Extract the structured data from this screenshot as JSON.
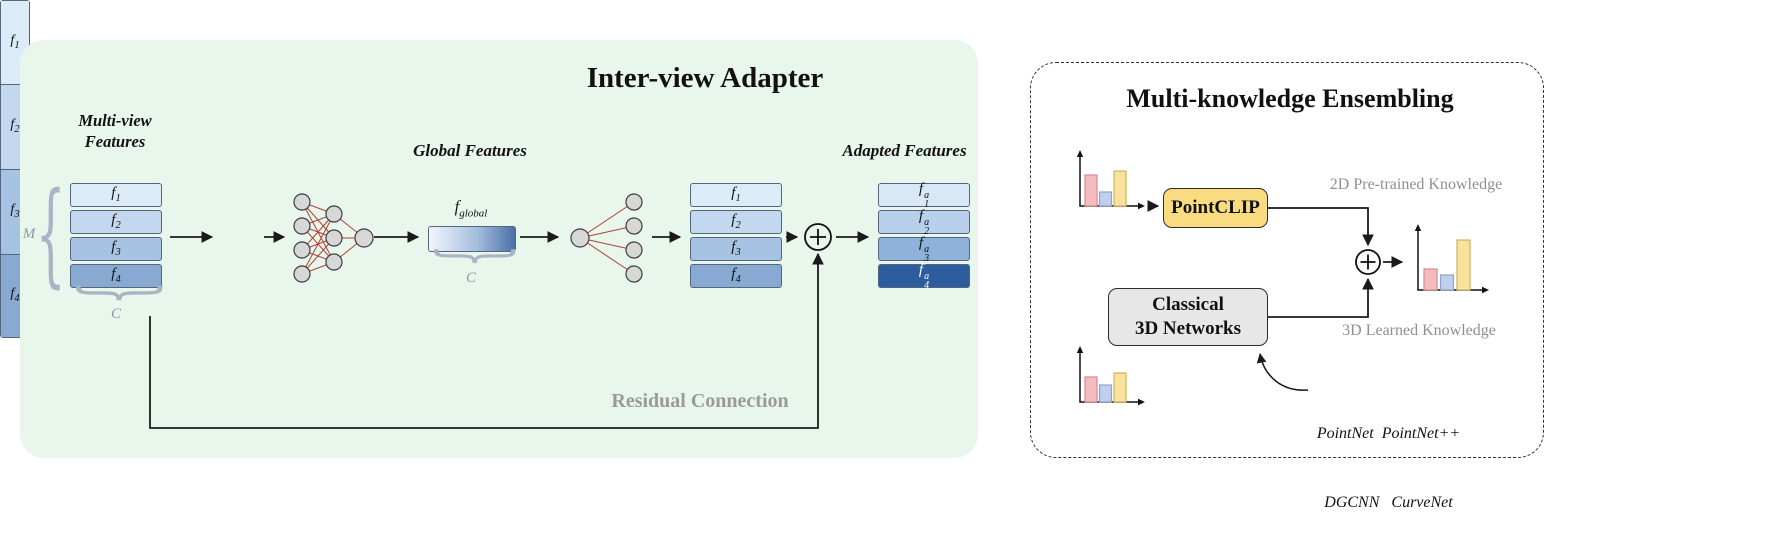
{
  "lp": {
    "title": "Inter-view Adapter",
    "multiview_line1": "Multi-view",
    "multiview_line2": "Features",
    "dim_m": "M",
    "dim_c": "C",
    "f": "f",
    "subs": [
      "1",
      "2",
      "3",
      "4"
    ],
    "sup_a": "a",
    "global_title": "Global Features",
    "global_sub": "global",
    "adapted_title": "Adapted Features",
    "residual": "Residual Connection"
  },
  "rp": {
    "title": "Multi-knowledge Ensembling",
    "pointclip": "PointCLIP",
    "classical_line1": "Classical",
    "classical_line2": "3D Networks",
    "knowledge_2d": "2D Pre-trained Knowledge",
    "knowledge_3d": "3D Learned Knowledge",
    "nets_line1": "PointNet  PointNet++",
    "nets_line2": "DGCNN   CurveNet"
  },
  "colors": {
    "panel_green": "#e9f6ec",
    "feature_blues": [
      "#dcebf8",
      "#c3d8ef",
      "#a6c3e4",
      "#87a9d2"
    ],
    "adapted_blues": [
      "#d9e8f6",
      "#b9d0ec",
      "#8fb2da",
      "#2e5d9f"
    ],
    "global_gradient": [
      "#f2f6fc",
      "#4a6fa5"
    ],
    "nn_edge_red": "#b04038",
    "nn_node_gray": "#d7d7d7",
    "pointclip_yellow": "#f9dc7f",
    "classical_gray": "#e7e7e7",
    "bar_pink": "#f5bcbf",
    "bar_blue": "#bfcfec",
    "bar_yellow": "#f8e29c",
    "muted_text": "#8f8f8f"
  }
}
